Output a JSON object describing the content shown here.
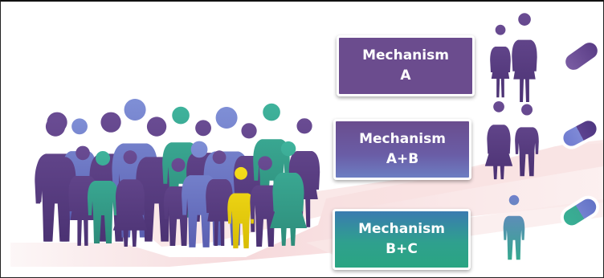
{
  "colors": {
    "purple": "#5e3f82",
    "blue": "#6f79c6",
    "teal": "#2ea58e",
    "yellow": "#ecd20b",
    "path": "#f7dede"
  },
  "mechanisms": [
    {
      "line1": "Mechanism",
      "line2": "A"
    },
    {
      "line1": "Mechanism",
      "line2": "A+B"
    },
    {
      "line1": "Mechanism",
      "line2": "B+C"
    }
  ]
}
